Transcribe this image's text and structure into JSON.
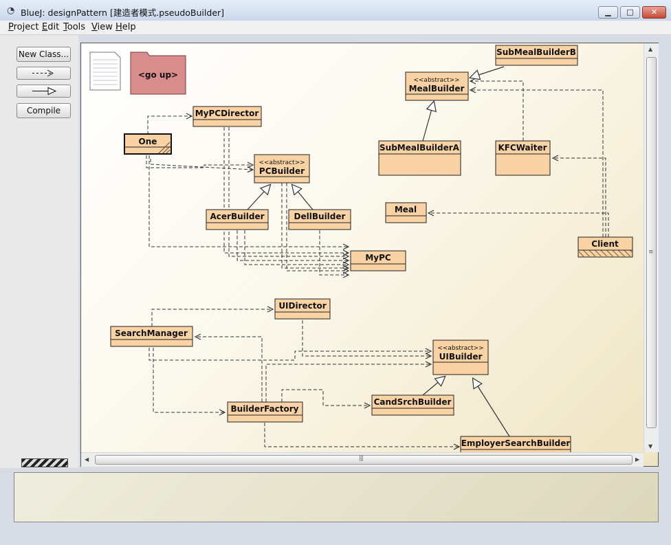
{
  "window": {
    "title": "BlueJ:  designPattern  [建造者模式.pseudoBuilder]",
    "buttons": {
      "minimize": "▁",
      "maximize": "□",
      "close": "✕"
    }
  },
  "menu": [
    {
      "mnemonic": "P",
      "rest": "roject"
    },
    {
      "mnemonic": "E",
      "rest": "dit"
    },
    {
      "mnemonic": "T",
      "rest": "ools"
    },
    {
      "mnemonic": "V",
      "rest": "iew"
    },
    {
      "mnemonic": "H",
      "rest": "elp"
    }
  ],
  "toolbar": {
    "new_class": "New Class...",
    "dependency_arrow": "- - ->",
    "inherit_arrow": "—▷",
    "compile": "Compile"
  },
  "diagram": {
    "go_up": "<go up>",
    "abstract_stereotype": "<<abstract>>",
    "classes": {
      "sub_meal_builder_b": "SubMealBuilderB",
      "meal_builder": "MealBuilder",
      "my_pc_director": "MyPCDirector",
      "one": "One",
      "pc_builder": "PCBuilder",
      "sub_meal_builder_a": "SubMealBuilderA",
      "kfc_waiter": "KFCWaiter",
      "acer_builder": "AcerBuilder",
      "dell_builder": "DellBuilder",
      "meal": "Meal",
      "client": "Client",
      "my_pc": "MyPC",
      "ui_director": "UIDirector",
      "search_manager": "SearchManager",
      "ui_builder": "UIBuilder",
      "builder_factory": "BuilderFactory",
      "cand_srch_builder": "CandSrchBuilder",
      "employer_search_builder": "EmployerSearchBuilder"
    }
  },
  "colors": {
    "class_fill": "#f9d3a4",
    "class_border": "#222222",
    "folder_fill": "#d98c8c"
  },
  "icons": [
    "app-icon",
    "readme-icon",
    "folder-icon"
  ]
}
